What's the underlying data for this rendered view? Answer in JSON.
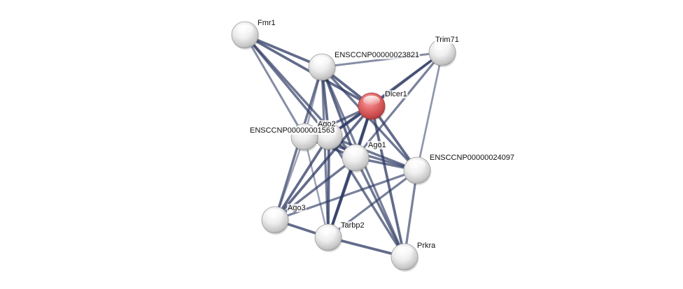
{
  "network": {
    "title": "Protein interaction network",
    "query_color": "#d9585a",
    "node_color": "#e6e6e6",
    "edge_color": "#2e3a63",
    "nodes": [
      {
        "id": "Fmr1",
        "label": "Fmr1",
        "query": false
      },
      {
        "id": "ENSCCNP00000023821",
        "label": "ENSCCNP00000023821",
        "query": false
      },
      {
        "id": "Trim71",
        "label": "Trim71",
        "query": false
      },
      {
        "id": "Dicer1",
        "label": "Dicer1",
        "query": true
      },
      {
        "id": "Ago2",
        "label": "Ago2",
        "query": false
      },
      {
        "id": "ENSCCNP00000001563",
        "label": "ENSCCNP00000001563",
        "query": false
      },
      {
        "id": "Ago1",
        "label": "Ago1",
        "query": false
      },
      {
        "id": "ENSCCNP00000024097",
        "label": "ENSCCNP00000024097",
        "query": false
      },
      {
        "id": "Ago3",
        "label": "Ago3",
        "query": false
      },
      {
        "id": "Tarbp2",
        "label": "Tarbp2",
        "query": false
      },
      {
        "id": "Prkra",
        "label": "Prkra",
        "query": false
      }
    ],
    "edges": [
      {
        "source": "Fmr1",
        "target": "ENSCCNP00000023821",
        "score": 0.9
      },
      {
        "source": "Fmr1",
        "target": "Dicer1",
        "score": 0.9
      },
      {
        "source": "Fmr1",
        "target": "Ago2",
        "score": 0.8
      },
      {
        "source": "Fmr1",
        "target": "Ago1",
        "score": 0.8
      },
      {
        "source": "Fmr1",
        "target": "ENSCCNP00000001563",
        "score": 0.6
      },
      {
        "source": "ENSCCNP00000023821",
        "target": "Trim71",
        "score": 0.6
      },
      {
        "source": "ENSCCNP00000023821",
        "target": "Dicer1",
        "score": 0.95
      },
      {
        "source": "ENSCCNP00000023821",
        "target": "Ago2",
        "score": 0.9
      },
      {
        "source": "ENSCCNP00000023821",
        "target": "Ago1",
        "score": 0.9
      },
      {
        "source": "ENSCCNP00000023821",
        "target": "ENSCCNP00000001563",
        "score": 0.4
      },
      {
        "source": "ENSCCNP00000023821",
        "target": "ENSCCNP00000024097",
        "score": 0.8
      },
      {
        "source": "ENSCCNP00000023821",
        "target": "Ago3",
        "score": 0.8
      },
      {
        "source": "ENSCCNP00000023821",
        "target": "Tarbp2",
        "score": 0.7
      },
      {
        "source": "Trim71",
        "target": "Dicer1",
        "score": 0.8
      },
      {
        "source": "Trim71",
        "target": "Ago2",
        "score": 0.8
      },
      {
        "source": "Trim71",
        "target": "Ago1",
        "score": 0.7
      },
      {
        "source": "Trim71",
        "target": "ENSCCNP00000024097",
        "score": 0.5
      },
      {
        "source": "Dicer1",
        "target": "Ago2",
        "score": 0.95
      },
      {
        "source": "Dicer1",
        "target": "Ago1",
        "score": 0.95
      },
      {
        "source": "Dicer1",
        "target": "ENSCCNP00000001563",
        "score": 0.8
      },
      {
        "source": "Dicer1",
        "target": "ENSCCNP00000024097",
        "score": 0.9
      },
      {
        "source": "Dicer1",
        "target": "Ago3",
        "score": 0.9
      },
      {
        "source": "Dicer1",
        "target": "Tarbp2",
        "score": 0.95
      },
      {
        "source": "Dicer1",
        "target": "Prkra",
        "score": 0.9
      },
      {
        "source": "Ago2",
        "target": "Ago1",
        "score": 0.9
      },
      {
        "source": "Ago2",
        "target": "ENSCCNP00000001563",
        "score": 0.9
      },
      {
        "source": "Ago2",
        "target": "ENSCCNP00000024097",
        "score": 0.8
      },
      {
        "source": "Ago2",
        "target": "Ago3",
        "score": 0.9
      },
      {
        "source": "Ago2",
        "target": "Tarbp2",
        "score": 0.9
      },
      {
        "source": "Ago2",
        "target": "Prkra",
        "score": 0.8
      },
      {
        "source": "ENSCCNP00000001563",
        "target": "Ago1",
        "score": 0.9
      },
      {
        "source": "ENSCCNP00000001563",
        "target": "ENSCCNP00000024097",
        "score": 0.8
      },
      {
        "source": "ENSCCNP00000001563",
        "target": "Ago3",
        "score": 0.4
      },
      {
        "source": "ENSCCNP00000001563",
        "target": "Tarbp2",
        "score": 0.4
      },
      {
        "source": "Ago1",
        "target": "ENSCCNP00000024097",
        "score": 0.8
      },
      {
        "source": "Ago1",
        "target": "Ago3",
        "score": 0.8
      },
      {
        "source": "Ago1",
        "target": "Tarbp2",
        "score": 0.95
      },
      {
        "source": "Ago1",
        "target": "Prkra",
        "score": 0.8
      },
      {
        "source": "ENSCCNP00000024097",
        "target": "Ago3",
        "score": 0.7
      },
      {
        "source": "ENSCCNP00000024097",
        "target": "Tarbp2",
        "score": 0.7
      },
      {
        "source": "ENSCCNP00000024097",
        "target": "Prkra",
        "score": 0.7
      },
      {
        "source": "Ago3",
        "target": "Tarbp2",
        "score": 0.9
      },
      {
        "source": "Tarbp2",
        "target": "Prkra",
        "score": 0.9
      },
      {
        "source": "ENSCCNP00000023821",
        "target": "Prkra",
        "score": 0.7
      }
    ]
  }
}
